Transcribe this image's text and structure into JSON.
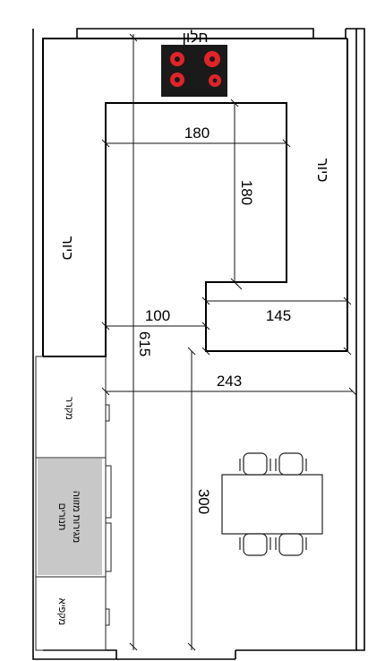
{
  "labels": {
    "window": "חלון",
    "sink_left": "כיור",
    "sink_right": "כיור",
    "fridge": "מקרר",
    "ovens_line1": "תנורים",
    "ovens_line2": "מגירות מזווה",
    "freezer": "מקפיא"
  },
  "dimensions": {
    "island_width": "180",
    "island_depth": "180",
    "aisle": "100",
    "counter_right": "145",
    "total_length": "615",
    "room_width": "243",
    "dining_depth": "300"
  },
  "colors": {
    "wall": "#000000",
    "line": "#1a1a1a",
    "appliance_fill": "#c8c8c8",
    "cooktop_bg": "#1a1a1a",
    "burner": "#e0242a"
  },
  "icons": {
    "cooktop": "cooktop-icon",
    "dining_table": "dining-table-icon"
  }
}
